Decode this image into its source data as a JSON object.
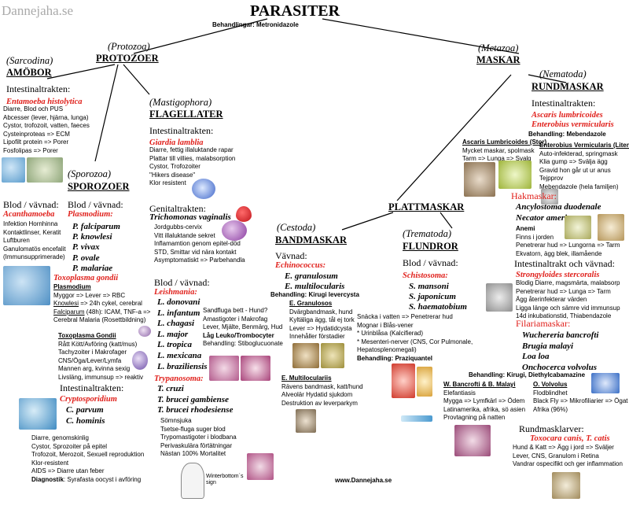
{
  "watermark": "Dannejaha.se",
  "title": "PARASITER",
  "treatment_top": "Behandlingar: Metronidazole",
  "protozoa": {
    "latin": "(Protozoa)",
    "name": "PROTOZOER"
  },
  "metazoa": {
    "latin": "(Metazoa)",
    "name": "MASKAR"
  },
  "amobor": {
    "latin": "(Sarcodina)",
    "name": "AMÖBOR",
    "section": "Intestinaltrakten:",
    "species": "Entamoeba histolytica",
    "lines": [
      "Diarre, Blod och PUS",
      "Abcesser (lever, hjärna, lunga)",
      "Cystor, trofozoit, vatten, faeces",
      "Cysteinproteas => ECM",
      "Lipofilt protein => Porer",
      "Fosfolipas => Porer"
    ]
  },
  "flagellater": {
    "latin": "(Mastigophora)",
    "name": "FLAGELLATER",
    "section": "Intestinaltrakten:",
    "species": "Giardia lamblia",
    "lines": [
      "Diarre, fettig illaluktande rapar",
      "Plattar till villies, malabsorption",
      "Cystor, Trofozoiter",
      "\"Hikers disease\"",
      "Klor resistent"
    ],
    "genital_section": "Genitaltrakten:",
    "genital_species": "Trichomonas vaginalis",
    "genital_lines": [
      "Jordgubbs-cervix",
      "Vitt illaluktande sekret",
      "Inflamamtion genom epitel-död",
      "STD, Smittar vid nära kontakt",
      "Asymptomatiskt => Parbehandla"
    ],
    "blood_section": "Blod / vävnad:",
    "leish_species": "Leishmania:",
    "leish_list": [
      "L. donovani",
      "L. infantum",
      "L. chagasi",
      "L. major",
      "L. tropica",
      "L. mexicana",
      "L. braziliensis"
    ],
    "leish_notes": [
      "Sandfluga bett - Hund?",
      "Amastigoter i Makrofag",
      "Lever, Mjälte, Benmärg, Hud",
      "Låg Leuko/Trombocyter"
    ],
    "leish_treatment": "Behandling: Stiboglucuonate",
    "tryp_species": "Trypanosoma:",
    "tryp_list": [
      "T. cruzi",
      "T. brucei gambiense",
      "T. brucei rhodesiense"
    ],
    "tryp_notes": [
      "Sömnsjuka",
      "Tsetse-fluga suger blod",
      "Trypomastigoter i blodbana",
      "Perivaskulära förtätningar",
      "Nästan 100% Mortalitet"
    ],
    "winterbottom": "Winterbottom´s sign"
  },
  "sporozoer": {
    "latin": "(Sporozoa)",
    "name": "SPOROZOER",
    "left_section": "Blod / vävnad:",
    "acanth_species": "Acanthamoeba",
    "acanth_lines": [
      "Infektion Hornhinna",
      "Kontaktlinser, Keratit",
      "Luftburen",
      "Ganulomatös encefalit",
      "(Immunsupprimerade)"
    ],
    "right_section": "Blod / vävnad:",
    "plasmo_species": "Plasmodium:",
    "plasmo_list": [
      "P. falciparum",
      "P. knowlesi",
      "P. vivax",
      "P. ovale",
      "P. malariae"
    ],
    "toxo_species": "Toxoplasma gondii",
    "plasmo_header": "Plasmodium",
    "plasmo_lines": [
      "Myggor => Lever => RBC"
    ],
    "knowlesi_label": "Knowlesi",
    "knowlesi_text": " => 24h cykel, cerebral",
    "falciparum_label": "Falciparum",
    "falciparum_text": " (48h): ICAM, TNF-a =>",
    "cerebral_line": "Cerebral Malaria (Rosettbildning)",
    "toxo_header": "Toxoplasma Gondii",
    "toxo_lines": [
      "Rått Kött/Avföring (katt/mus)",
      "Tachyzoiter i Makrofager",
      "CNS/Öga/Lever/Lymfa",
      "Mannen arg, kvinna sexig",
      "Livsläng, immunsup => reaktiv"
    ],
    "intestinal_section": "Intestinaltrakten:",
    "crypto_species": "Cryptosporidium",
    "crypto_list": [
      "C. parvum",
      "C. hominis"
    ],
    "crypto_lines": [
      "Diarre, genomskinlig",
      "Cystor, Sprozoiter på epitel",
      "Trofozoit, Merozoit, Sexuell reproduktion",
      "Klor-resistent",
      "AIDS => Diarre utan feber"
    ],
    "diagnostik_label": "Diagnostik",
    "diagnostik_text": ": Syrafasta oocyst i avföring"
  },
  "plattmaskar": {
    "name": "PLATTMASKAR"
  },
  "bandmaskar": {
    "latin": "(Cestoda)",
    "name": "BANDMASKAR",
    "section": "Vävnad:",
    "species": "Echinococcus:",
    "list": [
      "E. granulosum",
      "E. multilocularis"
    ],
    "treatment": "Behandling: Kirugi levercysta",
    "gran_header": "E. Granulosos",
    "gran_lines": [
      "Dvärgbandmask, hund",
      "Kyltäliga ägg, tål ej tork",
      "Lever => Hydatidcysta",
      "Innehåller förstadier"
    ],
    "multi_header": "E. Multiloculariis",
    "multi_lines": [
      "Rävens bandmask, katt/hund",
      "Alveolär Hydatid sjukdom",
      "Destruktion av leverparkym"
    ]
  },
  "flundror": {
    "latin": "(Trematoda)",
    "name": "FLUNDROR",
    "section": "Blod / vävnad:",
    "species": "Schistosoma:",
    "list": [
      "S. mansoni",
      "S. japonicum",
      "S. haematobium"
    ],
    "lines": [
      "Snäcka i vatten => Penetrerar hud",
      "Mognar i Blås-vener",
      "* Urinblåsa (Kalcifierad)",
      "* Mesenteri-nerver (CNS, Cor Pulmonale,",
      "Hepatosplenomegali)"
    ],
    "treatment": "Behandling: Praziquantel"
  },
  "filaria": {
    "treatment": "Behandling: Kirugi, Diethylcabamazine",
    "wb_header": "W. Bancrofti & B. Malayi",
    "wb_lines": [
      "Elefantiasis",
      "Mygga => Lymfkärl => Ödem",
      "Latinamerika, afrika, sö asien",
      "Provtagning på natten"
    ],
    "ov_header": "O. Volvolus",
    "ov_lines": [
      "Flodblindhet",
      "Black Fly => Mikrofiliarier => Ögat",
      "Afrika (96%)"
    ]
  },
  "rundmaskar": {
    "latin": "(Nematoda)",
    "name": "RUNDMASKAR",
    "section": "Intestinaltrakten:",
    "species_a": "Ascaris lumbricoides",
    "species_b": "Enterobius vermicularis",
    "treatment": "Behandling: Mebendazole",
    "asc_header": "Ascaris Lumbricoides (Stor)",
    "asc_lines": [
      "Mycket maskar, spolmask",
      "Tarm => Lunga => Svalg"
    ],
    "ent_header": "Enterobius Vermicularis (Liten)",
    "ent_lines": [
      "Auto-infekterad, springmask",
      "Klia gump => Svälja ägg",
      "Gravid hon går ut ur anus",
      "Tejpprov",
      "Mebendazole (hela familjen)"
    ],
    "hak_title": "Hakmaskar:",
    "hak_list": [
      "Ancylostoma duodenale",
      "Necator americanus"
    ],
    "hak_lines": [
      "Anemi",
      "Finns i jorden",
      "Penetrerar hud => Lungorna => Tarm",
      "Ekvatorn, ägg blek, illamående"
    ],
    "intblood_section": "Intestinaltrakt och vävnad:",
    "strongy_species": "Strongyloides stercoralis",
    "strongy_lines": [
      "Blodig Diarre, magsmärta, malabsorp",
      "Penetrerar hud => Lunga => Tarm",
      "Ägg återinfekterar värden",
      "Ligga länge och sämre vid immunsup",
      "14d inkubationstid, Thiabendazole"
    ],
    "filaria_title": "Filariamaskar:",
    "filaria_list": [
      "Wuchereria bancrofti",
      "Brugia malayi",
      "Loa loa",
      "Onchocerca volvolus"
    ],
    "larver_section": "Rundmasklarver:",
    "toxocara_species": "Toxocara canis, T. catis",
    "toxocara_lines": [
      "Hund & Katt => Ägg i jord => Sväljer",
      "Lever, CNS, Granulom i Retina",
      "Vandrar ospecifikt och ger inflammation"
    ]
  },
  "footer_url": "www.Dannejaha.se"
}
